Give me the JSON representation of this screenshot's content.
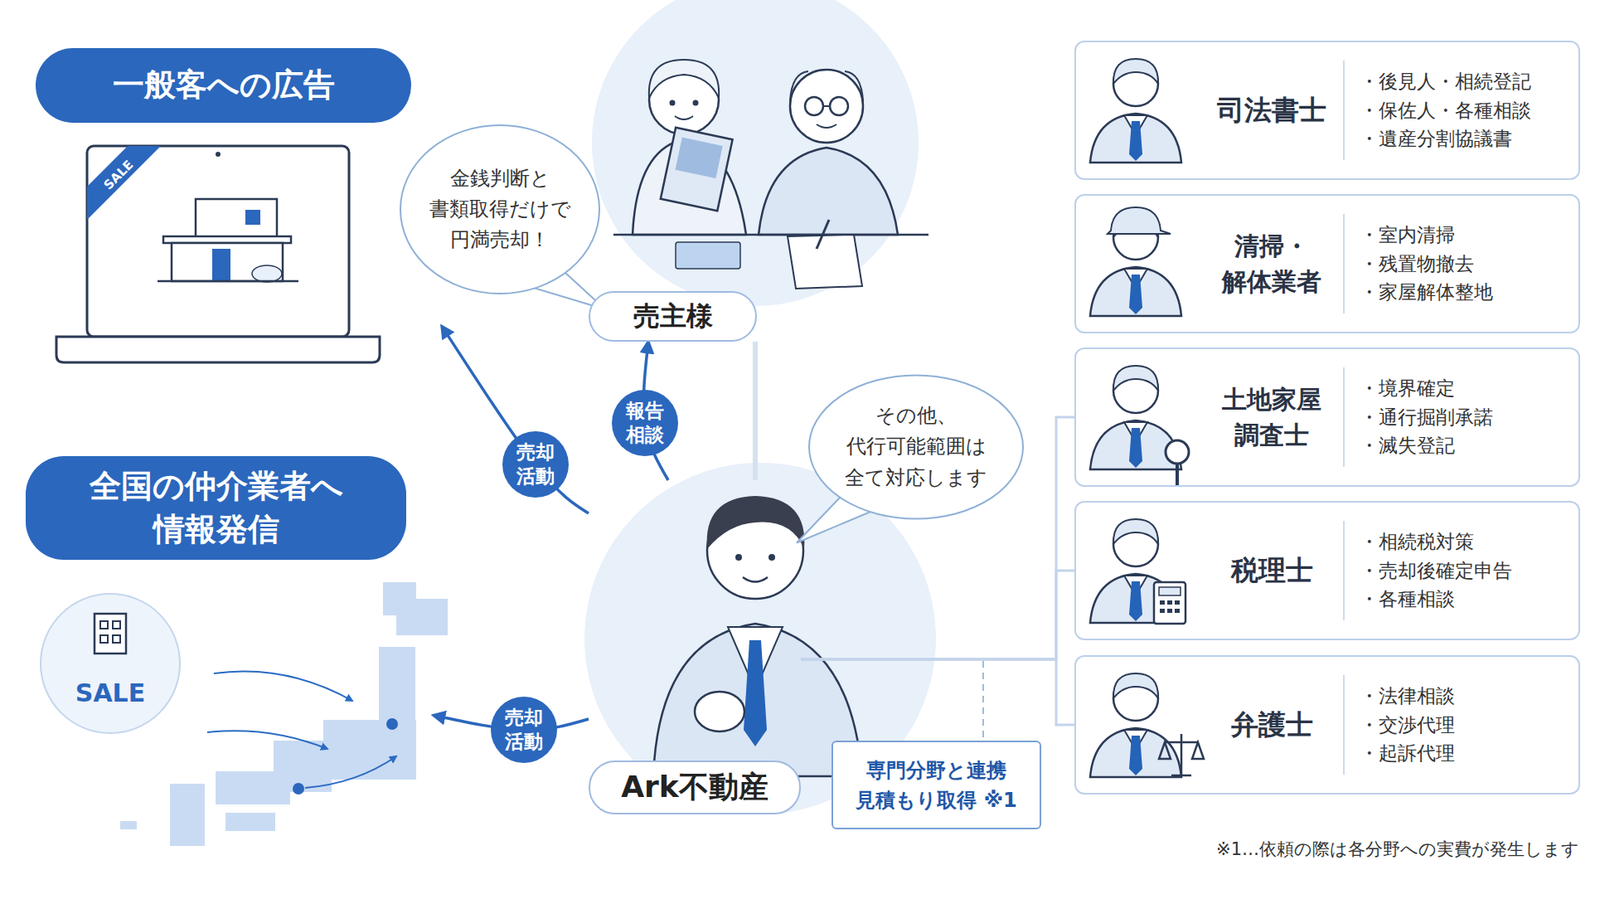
{
  "diagram": {
    "nodes": [
      {
        "text": [
          "一般客への広告"
        ]
      },
      {
        "text": [
          "全国の仲介業者へ 情報発信"
        ]
      },
      {
        "text": [
          "金銭判断と 書類取得だけで 円満売却！"
        ]
      },
      {
        "text": [
          "売主様"
        ]
      },
      {
        "text": [
          "その他、 代行可能範囲は 全て対応します"
        ]
      },
      {
        "text": [
          "Ark不動産"
        ]
      },
      {
        "text": [
          "専門分野と連携 見積もり取得 ※1"
        ]
      },
      {
        "text": [
          "司法書士",
          "・後見人・相続登記",
          "・保佐人・各種相談",
          "・遺産分割協議書"
        ]
      },
      {
        "text": [
          "清掃・ 解体業者",
          "・室内清掃",
          "・残置物撤去",
          "・家屋解体整地"
        ]
      },
      {
        "text": [
          "土地家屋 調査士",
          "・境界確定",
          "・通行掘削承諾",
          "・滅失登記"
        ]
      },
      {
        "text": [
          "税理士",
          "・相続税対策",
          "・売却後確定申告",
          "・各種相談"
        ]
      },
      {
        "text": [
          "弁護士",
          "・法律相談",
          "・交渉代理",
          "・起訴代理"
        ]
      }
    ],
    "edges": [
      {
        "from": 5,
        "to": 0,
        "label": "売却 活動",
        "arrow": "to"
      },
      {
        "from": 5,
        "to": 3,
        "label": "報告 相談",
        "arrow": "to"
      },
      {
        "from": 5,
        "to": 1,
        "label": "売却 活動",
        "arrow": "to"
      },
      {
        "from": 5,
        "to": 9,
        "arrow": "none"
      },
      {
        "from": 5,
        "to": 10,
        "arrow": "none"
      },
      {
        "from": 5,
        "to": 11,
        "arrow": "none"
      }
    ],
    "labels": [
      "SALE",
      "SALE",
      "※1…依頼の際は各分野への実費が発生します"
    ]
  }
}
